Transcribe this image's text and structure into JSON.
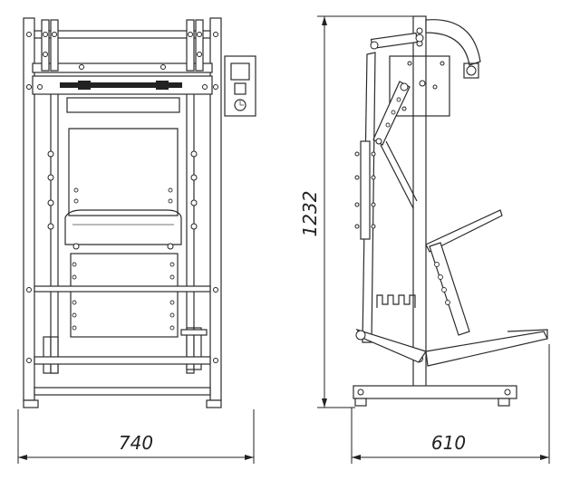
{
  "dimensions": {
    "front_width": "740",
    "side_depth": "610",
    "height": "1232"
  }
}
